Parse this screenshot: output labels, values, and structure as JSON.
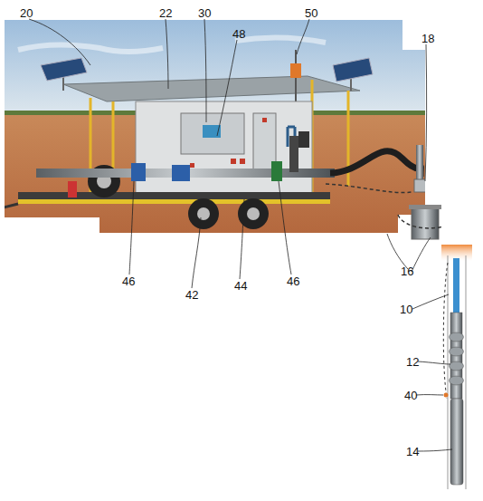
{
  "diagram": {
    "labels": [
      "20",
      "22",
      "30",
      "50",
      "48",
      "18",
      "16",
      "10",
      "12",
      "40",
      "14",
      "46",
      "42",
      "44",
      "46"
    ]
  }
}
